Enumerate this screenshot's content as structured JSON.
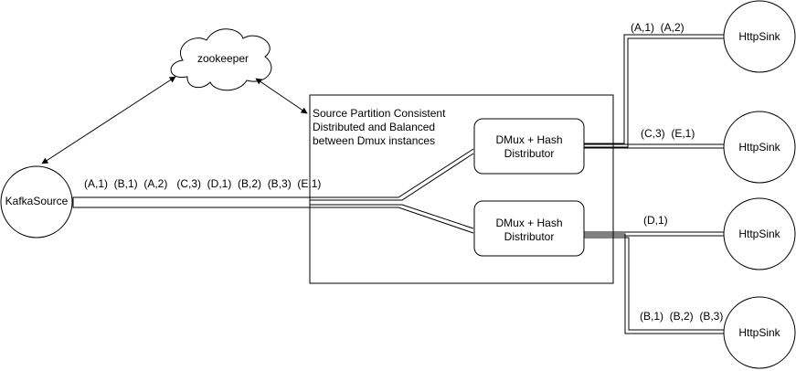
{
  "nodes": {
    "kafka_source": "KafkaSource",
    "zookeeper": "zookeeper",
    "dmux_top": [
      "DMux + Hash",
      "Distributor"
    ],
    "dmux_bottom": [
      "DMux + Hash",
      "Distributor"
    ],
    "sinks": [
      "HttpSink",
      "HttpSink",
      "HttpSink",
      "HttpSink"
    ]
  },
  "container_note": [
    "Source Partition Consistent",
    "Distributed and Balanced",
    "between Dmux instances"
  ],
  "flows": {
    "source_stream": "(A,1)  (B,1)  (A,2)   (C,3)  (D,1)  (B,2)  (B,3)  (E,1)",
    "sink1": "(A,1)  (A,2)",
    "sink2": "(C,3)  (E,1)",
    "sink3": "(D,1)",
    "sink4": "(B,1)  (B,2)  (B,3)"
  },
  "colors": {
    "stroke": "#000000",
    "fill": "#ffffff"
  }
}
